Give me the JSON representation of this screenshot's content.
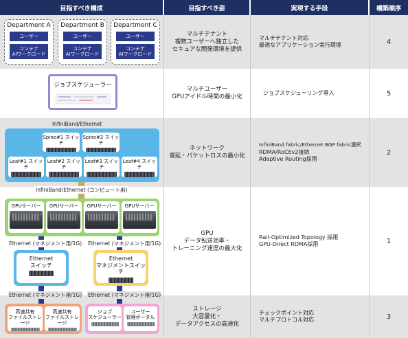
{
  "headers": {
    "col1": "目指すべき構成",
    "col2": "目指すべき姿",
    "col3": "実現する手段",
    "col4": "構築順序"
  },
  "rows": [
    {
      "goal_lines": [
        "マルチテナント",
        "複数ユーザーへ独立した",
        "セキュアな開発環境を提供"
      ],
      "means_lines": [
        "マルチテナント対応",
        "最適なアプリケーション実行環境"
      ],
      "order": "4"
    },
    {
      "goal_lines": [
        "マルチユーザー",
        "GPUアイドル時間の最小化"
      ],
      "means_lines": [
        "ジョブスケジューリング導入"
      ],
      "order": "5"
    },
    {
      "goal_lines": [
        "ネットワーク",
        "遅延・パケットロスの最小化"
      ],
      "means_lines": [
        "InfiniBand fabric/Ethernet BGP fabric選択",
        "RDMA/RoCEv2接続",
        "Adaptive Routing採用"
      ],
      "order": "2"
    },
    {
      "goal_lines": [
        "GPU",
        "データ転送効率・",
        "トレーニング速度の最大化"
      ],
      "means_lines": [
        "Rail-Optimized Topology 採用",
        "GPU-Direct RDMA採用"
      ],
      "order": "1"
    },
    {
      "goal_lines": [
        "ストレージ",
        "大容量化・",
        "データアクセスの高速化"
      ],
      "means_lines": [
        "チェックポイント対応",
        "マルチプロトコル対応"
      ],
      "order": "3"
    }
  ],
  "diagram": {
    "departments": [
      {
        "title": "Department A",
        "user": "ユーザー",
        "workload": [
          "コンテナ",
          "AIワークロード"
        ]
      },
      {
        "title": "Department B",
        "user": "ユーザー",
        "workload": [
          "コンテナ",
          "AIワークロード"
        ]
      },
      {
        "title": "Department C",
        "user": "ユーザー",
        "workload": [
          "コンテナ",
          "AIワークロード"
        ]
      }
    ],
    "scheduler_title": "ジョブスケジューラー",
    "fabric_label": "InfiniBand/Ethernet",
    "spines": [
      "Spine#1 スイッチ",
      "Spine#2 スイッチ"
    ],
    "leaves": [
      "Leaf#1 スイッチ",
      "Leaf#2 スイッチ",
      "Leaf#3 スイッチ",
      "Leaf#4 スイッチ"
    ],
    "compute_label": "InfiniBand/Ethernet (コンピュート用)",
    "gpu_servers": [
      "GPUサーバー",
      "GPUサーバー",
      "GPUサーバー",
      "GPUサーバー"
    ],
    "mgmt_label": "Ethernet (マネジメント用/1G)",
    "ethernet_switch": [
      "Ethernet",
      "スイッチ"
    ],
    "ethernet_mgmt_switch": [
      "Ethernet",
      "マネジメントスイッチ"
    ],
    "storage": [
      [
        "高速共有",
        "ファイルストレージ"
      ],
      [
        "高速共有",
        "ファイルストレージ"
      ]
    ],
    "mgmt_nodes": [
      [
        "ジョブ",
        "スケジューラー"
      ],
      [
        "ユーザー",
        "管理ポータル"
      ]
    ],
    "colors": {
      "header": "#1e2f62",
      "pill": "#2c3a8c",
      "network": "#5bb6e8",
      "gpu": "#9bd36f",
      "mgmt_switch": "#f7d36a",
      "storage": "#f0a27a",
      "portal": "#f3a6d6",
      "scheduler": "#8f8ccd"
    }
  }
}
